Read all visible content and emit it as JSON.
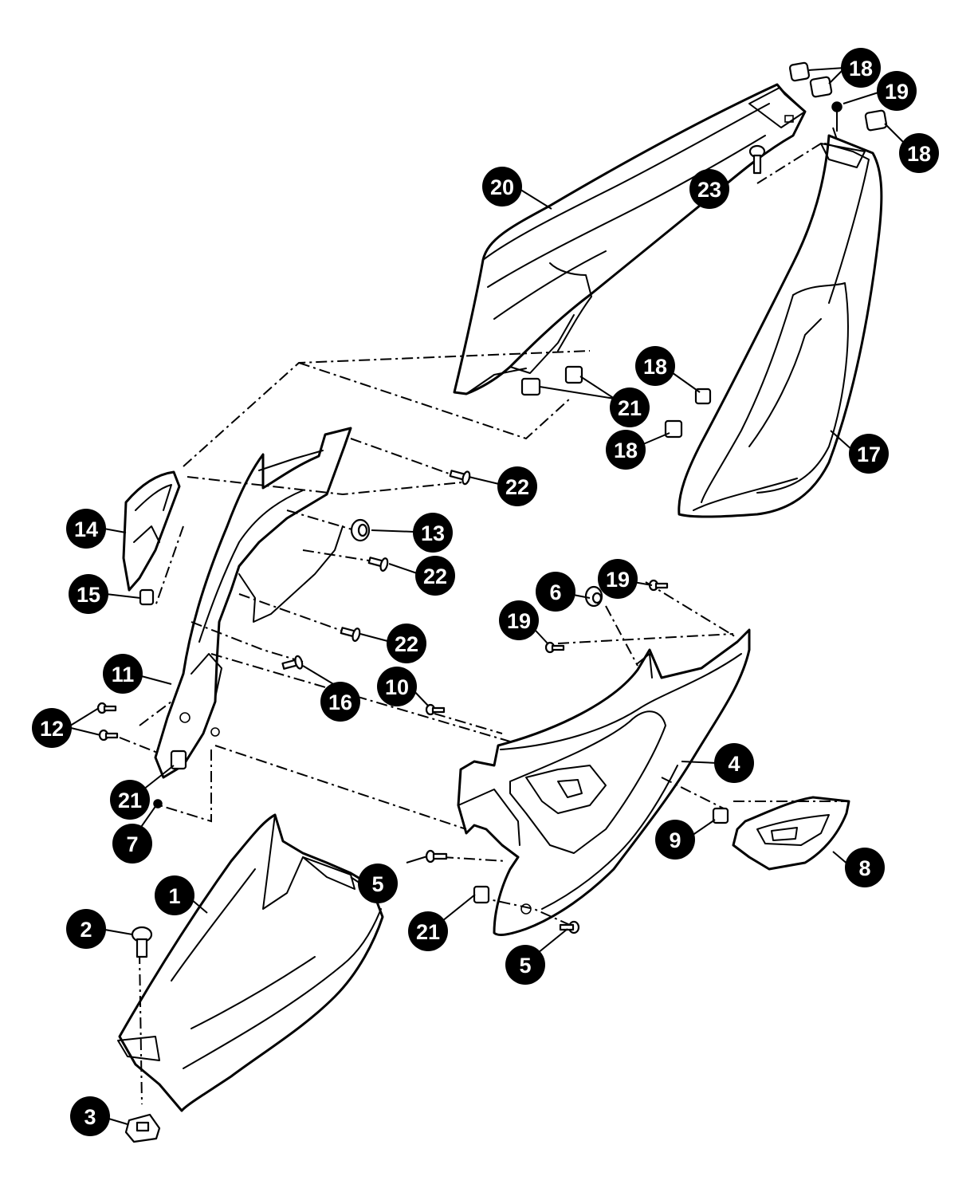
{
  "callouts": [
    {
      "id": "c18a",
      "label": "18"
    },
    {
      "id": "c19a",
      "label": "19"
    },
    {
      "id": "c18b",
      "label": "18"
    },
    {
      "id": "c20",
      "label": "20"
    },
    {
      "id": "c23",
      "label": "23"
    },
    {
      "id": "c18c",
      "label": "18"
    },
    {
      "id": "c21a",
      "label": "21"
    },
    {
      "id": "c18d",
      "label": "18"
    },
    {
      "id": "c17",
      "label": "17"
    },
    {
      "id": "c22a",
      "label": "22"
    },
    {
      "id": "c14",
      "label": "14"
    },
    {
      "id": "c13",
      "label": "13"
    },
    {
      "id": "c22b",
      "label": "22"
    },
    {
      "id": "c6",
      "label": "6"
    },
    {
      "id": "c19b",
      "label": "19"
    },
    {
      "id": "c15",
      "label": "15"
    },
    {
      "id": "c19c",
      "label": "19"
    },
    {
      "id": "c22c",
      "label": "22"
    },
    {
      "id": "c11",
      "label": "11"
    },
    {
      "id": "c10",
      "label": "10"
    },
    {
      "id": "c16",
      "label": "16"
    },
    {
      "id": "c12",
      "label": "12"
    },
    {
      "id": "c4",
      "label": "4"
    },
    {
      "id": "c21b",
      "label": "21"
    },
    {
      "id": "c9",
      "label": "9"
    },
    {
      "id": "c7",
      "label": "7"
    },
    {
      "id": "c8",
      "label": "8"
    },
    {
      "id": "c1",
      "label": "1"
    },
    {
      "id": "c5a",
      "label": "5"
    },
    {
      "id": "c2",
      "label": "2"
    },
    {
      "id": "c21c",
      "label": "21"
    },
    {
      "id": "c5b",
      "label": "5"
    },
    {
      "id": "c3",
      "label": "3"
    }
  ]
}
